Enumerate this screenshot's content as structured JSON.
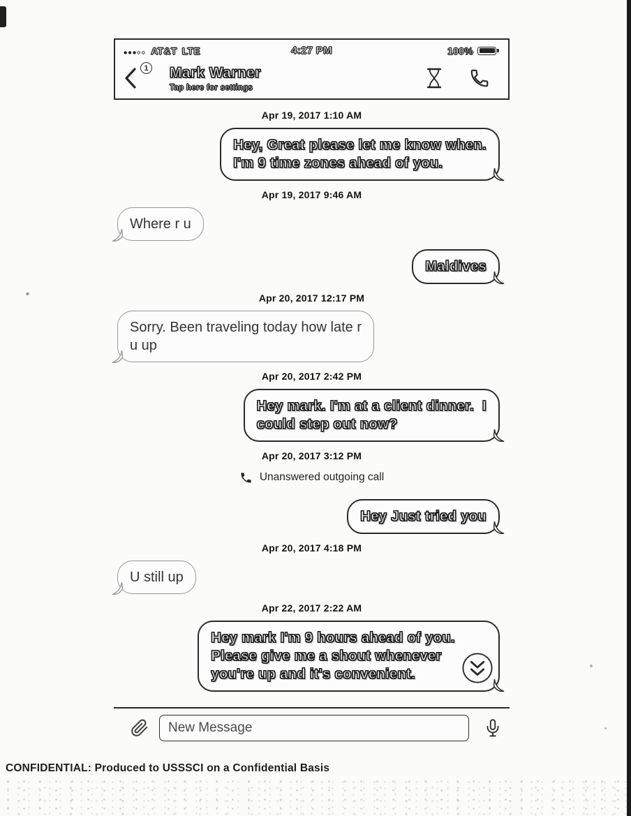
{
  "scan": {
    "footer_text": "CONFIDENTIAL: Produced to USSSCI on a Confidential Basis"
  },
  "phone": {
    "status_bar": {
      "signal_dots": "●●●○○",
      "carrier": "AT&T",
      "network": "LTE",
      "time": "4:27 PM",
      "battery_percent": "100%"
    },
    "header": {
      "back_icon": "chevron-left",
      "unread_badge": "1",
      "contact_name": "Mark Warner",
      "subtitle": "Tap here for settings",
      "right_icons": [
        "hourglass",
        "phone"
      ]
    },
    "composer": {
      "attach_icon": "paperclip",
      "placeholder": "New Message",
      "mic_icon": "microphone"
    }
  },
  "colors": {
    "ink": "#1c1c1c",
    "paper": "#fbfbfa",
    "incoming_border": "#979797",
    "outgoing_border": "#2b2b2b"
  },
  "conversation": [
    {
      "type": "date",
      "text": "Apr 19, 2017 1:10 AM"
    },
    {
      "type": "out",
      "text": "Hey, Great please let me know when.\nI'm 9 time zones ahead of you."
    },
    {
      "type": "date",
      "text": "Apr 19, 2017 9:46 AM"
    },
    {
      "type": "in",
      "text": "Where r u"
    },
    {
      "type": "out",
      "text": "Maldives"
    },
    {
      "type": "date",
      "text": "Apr 20, 2017 12:17 PM"
    },
    {
      "type": "in",
      "text": "Sorry. Been traveling today how late r\nu up"
    },
    {
      "type": "date",
      "text": "Apr 20, 2017 2:42 PM"
    },
    {
      "type": "out",
      "text": "Hey mark. I'm at a client dinner.  I\ncould step out now?"
    },
    {
      "type": "date",
      "text": "Apr 20, 2017 3:12 PM"
    },
    {
      "type": "call",
      "text": "Unanswered outgoing call",
      "icon": "phone-filled"
    },
    {
      "type": "out",
      "text": "Hey Just tried you"
    },
    {
      "type": "date",
      "text": "Apr 20, 2017 4:18 PM"
    },
    {
      "type": "in",
      "text": "U still up"
    },
    {
      "type": "date",
      "text": "Apr 22, 2017 2:22 AM"
    },
    {
      "type": "out",
      "text": "Hey mark I'm 9 hours ahead of you.\nPlease give me a shout whenever\nyou're up and it's convenient.",
      "scroll_button": "chevrons-down-circle"
    }
  ]
}
